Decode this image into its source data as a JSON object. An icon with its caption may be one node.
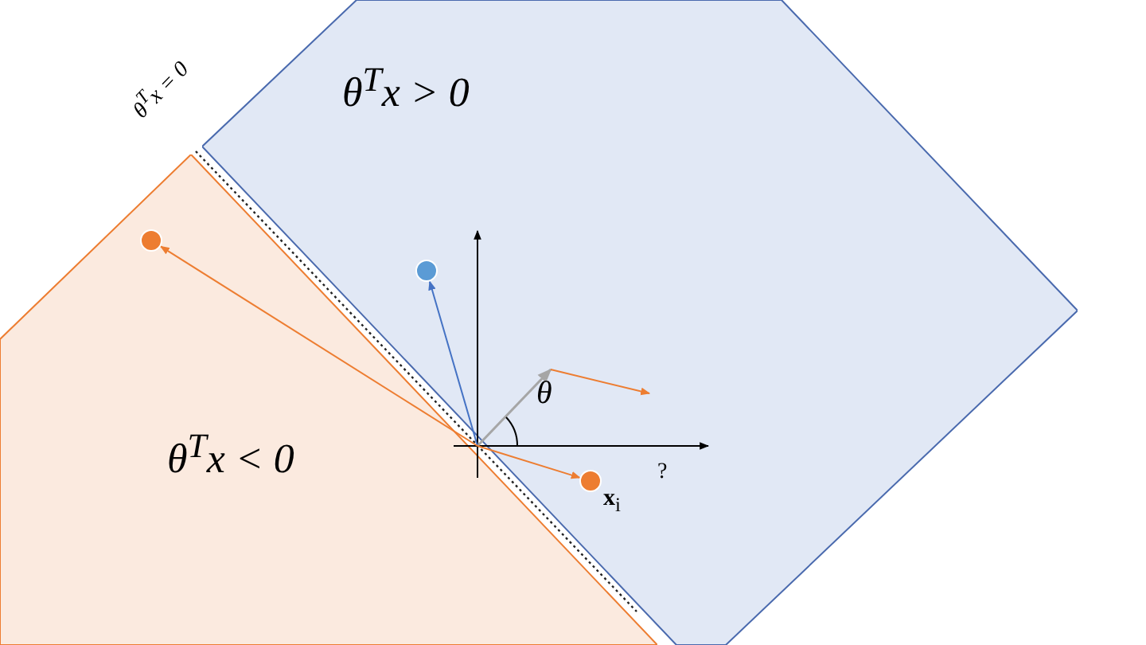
{
  "diagram": {
    "nodes": [
      {
        "text": [
          "θ$^{T}$x > 0"
        ]
      },
      {
        "text": [
          "θ$^{T}$x < 0"
        ]
      },
      {
        "text": [],
        "shape": "circle",
        "in": 0
      },
      {
        "text": [],
        "shape": "circle",
        "in": 1
      },
      {
        "text": [],
        "shape": "circle",
        "in": 0,
        "beside": [
          "**x**$_{i}$"
        ]
      }
    ],
    "edges": [
      {
        "from": 1,
        "to": 2,
        "arrow": "to",
        "color": "#4472c4"
      },
      {
        "from": 1,
        "to": 3,
        "arrow": "to",
        "color": "#ed7d31"
      },
      {
        "from": 1,
        "to": 4,
        "arrow": "to",
        "color": "#ed7d31"
      }
    ],
    "labels": [
      "θ$^{T}$x = 0",
      "θ",
      "?"
    ]
  }
}
